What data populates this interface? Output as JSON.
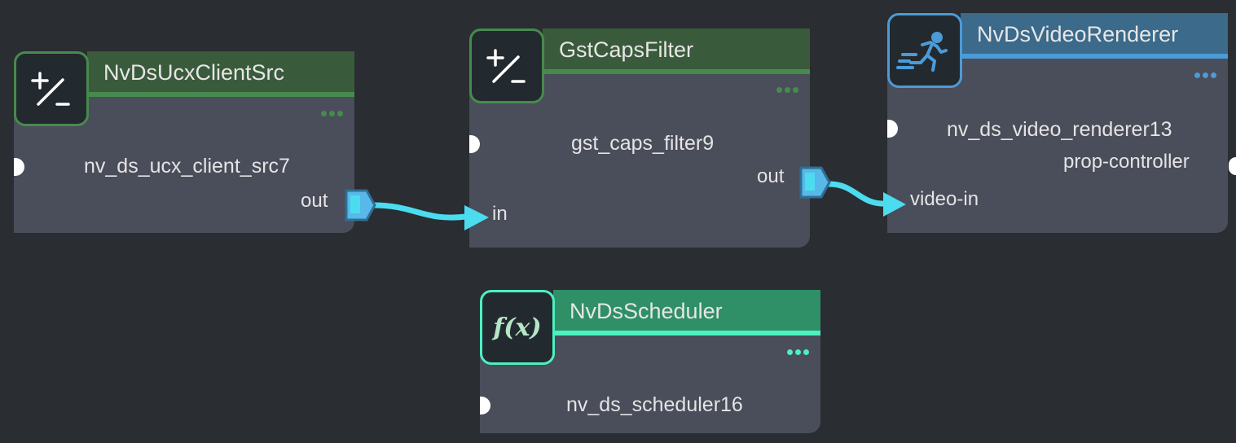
{
  "colors": {
    "background": "#2a2d31",
    "node_body": "#4a4d5a",
    "green_header": "#3a5b3b",
    "green_accent": "#478a4e",
    "teal_header": "#2f8f66",
    "teal_accent": "#4df0c0",
    "blue_header": "#3b6a8a",
    "blue_accent": "#4c9bd6",
    "wire": "#4cdcf0",
    "port_out": "#58b8e8"
  },
  "nodes": {
    "ucx": {
      "title": "NvDsUcxClientSrc",
      "instance": "nv_ds_ucx_client_src7",
      "out_label": "out",
      "icon": "plus-minus-icon"
    },
    "caps": {
      "title": "GstCapsFilter",
      "instance": "gst_caps_filter9",
      "in_label": "in",
      "out_label": "out",
      "icon": "plus-minus-icon"
    },
    "renderer": {
      "title": "NvDsVideoRenderer",
      "instance": "nv_ds_video_renderer13",
      "prop_label": "prop-controller",
      "in_label": "video-in",
      "icon": "running-man-icon"
    },
    "scheduler": {
      "title": "NvDsScheduler",
      "instance": "nv_ds_scheduler16",
      "icon": "function-icon"
    }
  },
  "icon_glyphs": {
    "function": "f(x)"
  }
}
